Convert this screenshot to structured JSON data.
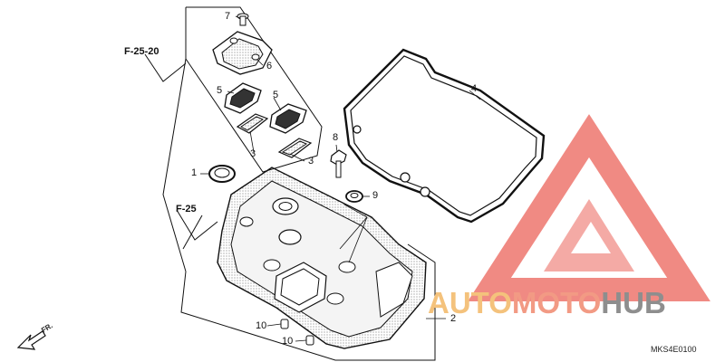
{
  "callouts": {
    "c7": "7",
    "c6": "6",
    "c5a": "5",
    "c5b": "5",
    "c3a": "3",
    "c3b": "3",
    "c1": "1",
    "c4": "4",
    "c8": "8",
    "c9": "9",
    "c2": "2",
    "c10a": "10",
    "c10b": "10"
  },
  "refs": {
    "f2520": "F-25-20",
    "f25": "F-25"
  },
  "direction": "FR.",
  "diagram_code": "MKS4E0100",
  "watermark": {
    "part1": "AUTO",
    "part2": "MOTO",
    "part3": "HUB"
  },
  "colors": {
    "line": "#111111",
    "watermark_red": "#e8483e",
    "watermark_orange": "#f4c27c",
    "watermark_grey": "#8e8e8e"
  }
}
